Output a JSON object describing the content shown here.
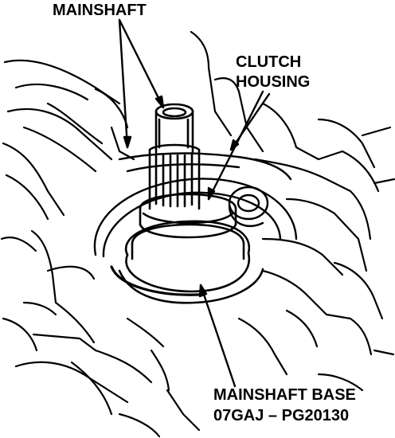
{
  "labels": {
    "mainshaft": "MAINSHAFT",
    "clutch_housing": [
      "CLUTCH",
      "HOUSING"
    ],
    "mainshaft_base": [
      "MAINSHAFT BASE",
      "07GAJ – PG20130"
    ]
  },
  "colors": {
    "ink": "#000000",
    "paper": "#ffffff"
  }
}
